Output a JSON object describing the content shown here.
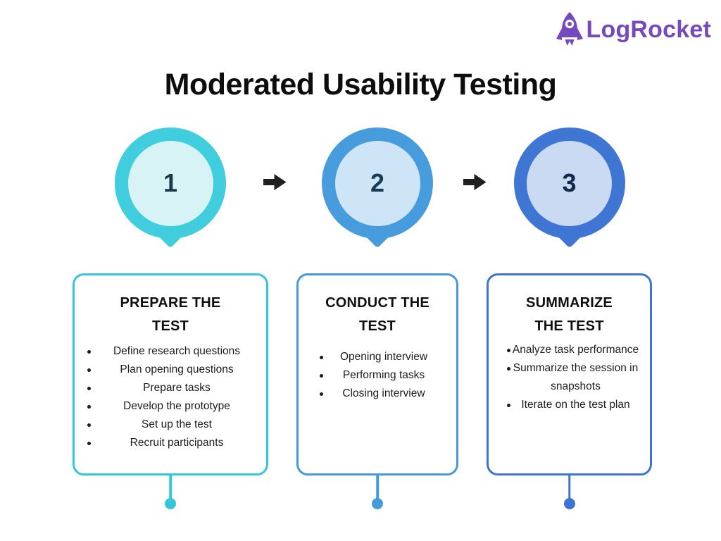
{
  "logo": {
    "text": "LogRocket",
    "color": "#764ABC",
    "icon": "rocket-icon"
  },
  "title": {
    "text": "Moderated Usability Testing",
    "color": "#0d0d0d"
  },
  "arrow_color": "#1f1f1f",
  "steps": [
    {
      "number": "1",
      "title": "PREPARE THE TEST",
      "bullets": [
        "Define research questions",
        "Plan opening questions",
        "Prepare tasks",
        "Develop the prototype",
        "Set up the test",
        "Recruit participants"
      ],
      "colors": {
        "ring": "#40CEDE",
        "inner": "#D8F3F6",
        "border": "#35C6D9",
        "number": "#1B3B49"
      }
    },
    {
      "number": "2",
      "title": "CONDUCT THE TEST",
      "bullets": [
        "Opening interview",
        "Performing tasks",
        "Closing interview"
      ],
      "colors": {
        "ring": "#469CDC",
        "inner": "#CDE5F6",
        "border": "#459ADB",
        "number": "#1B3A55"
      }
    },
    {
      "number": "3",
      "title": "SUMMARIZE THE TEST",
      "bullets": [
        "Analyze task performance",
        "Summarize the session in snapshots",
        "Iterate on the test plan"
      ],
      "colors": {
        "ring": "#3F76D4",
        "inner": "#C9DAF2",
        "border": "#3D73D2",
        "number": "#12294D"
      }
    }
  ]
}
